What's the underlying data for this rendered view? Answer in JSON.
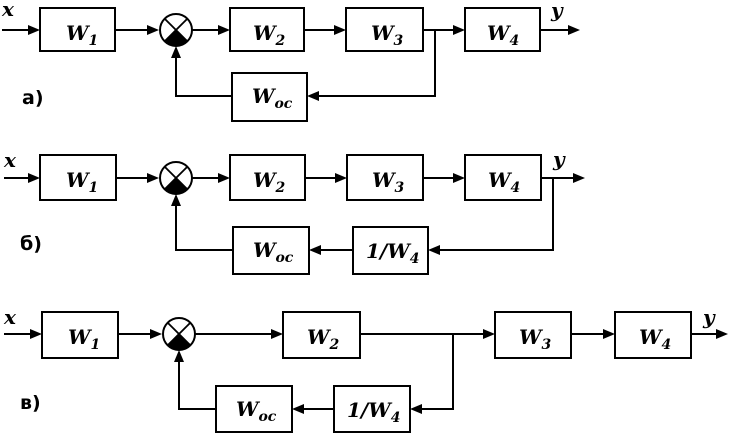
{
  "input_label": "x",
  "output_label": "y",
  "block_letter": "W",
  "subscripts": {
    "w1": "1",
    "w2": "2",
    "w3": "3",
    "w4": "4",
    "woc": "ос"
  },
  "inverse_prefix": "1/",
  "diagrams": [
    {
      "id": "a",
      "label": "а)"
    },
    {
      "id": "b",
      "label": "б)"
    },
    {
      "id": "c",
      "label": "в)"
    }
  ]
}
